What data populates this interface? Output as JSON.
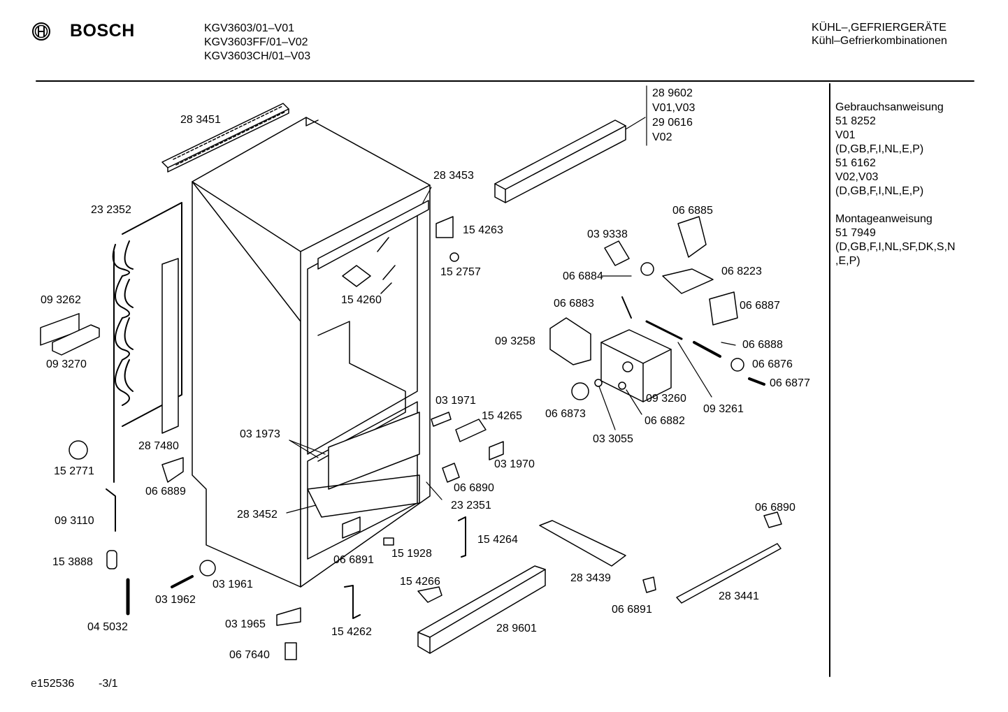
{
  "header": {
    "brand": "BOSCH",
    "models": [
      "KGV3603/01–V01",
      "KGV3603FF/01–V02",
      "KGV3603CH/01–V03"
    ],
    "category": [
      "KÜHL–,GEFRIERGERÄTE",
      "Kühl–Gefrierkombinationen"
    ]
  },
  "sidebar": {
    "lines": [
      "Gebrauchsanweisung",
      "51 8252",
      "V01",
      "(D,GB,F,I,NL,E,P)",
      "51 6162",
      "V02,V03",
      "(D,GB,F,I,NL,E,P)",
      "",
      "Montageanweisung",
      "51 7949",
      "(D,GB,F,I,NL,SF,DK,S,N",
      ",E,P)"
    ]
  },
  "parts": {
    "p289602": [
      "28 9602",
      "V01,V03",
      "29 0616",
      "V02"
    ],
    "p283451": "28 3451",
    "p283453": "28 3453",
    "p232352": "23 2352",
    "p154263": "15 4263",
    "p152757": "15 2757",
    "p066885": "06 6885",
    "p039338": "03 9338",
    "p068223": "06 8223",
    "p066884": "06 6884",
    "p154260": "15 4260",
    "p093262": "09 3262",
    "p066883": "06 6883",
    "p066887": "06 6887",
    "p093270": "09 3270",
    "p093258": "09 3258",
    "p066888": "06 6888",
    "p066876": "06 6876",
    "p066877": "06 6877",
    "p093260": "09 3260",
    "p093261": "09 3261",
    "p031971": "03 1971",
    "p066873": "06 6873",
    "p154265": "15 4265",
    "p066882": "06 6882",
    "p287480": "28 7480",
    "p031973": "03 1973",
    "p033055": "03 3055",
    "p152771": "15 2771",
    "p031970": "03 1970",
    "p066890a": "06 6890",
    "p066889": "06 6889",
    "p232351": "23 2351",
    "p066890b": "06 6890",
    "p093110": "09 3110",
    "p283452": "28 3452",
    "p154264": "15 4264",
    "p153888": "15 3888",
    "p066891a": "06 6891",
    "p151928": "15 1928",
    "p283439": "28 3439",
    "p031961": "03 1961",
    "p154266": "15 4266",
    "p283441": "28 3441",
    "p031962": "03 1962",
    "p066891b": "06 6891",
    "p289601": "28 9601",
    "p031965": "03 1965",
    "p045032": "04 5032",
    "p154262": "15 4262",
    "p067640": "06 7640"
  },
  "footer": {
    "code": "e152536",
    "page": "-3/1"
  }
}
